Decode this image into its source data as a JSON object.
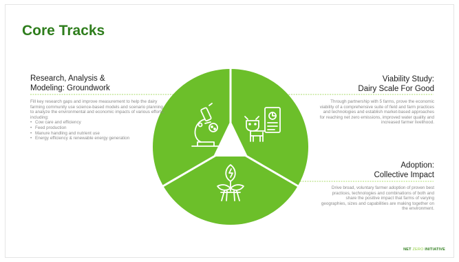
{
  "slide": {
    "title": "Core Tracks",
    "tracks": [
      {
        "heading_line1": "Research, Analysis &",
        "heading_line2": "Modeling: Groundwork",
        "body": "Fill key research gaps and improve measurement to help the dairy farming community use science-based models and scenario planning to analyze the environmental and economic impacts of various efforts, including:",
        "bullets": [
          "Cow care and efficiency",
          "Feed production",
          "Manure handling and nutrient use",
          "Energy efficiency & renewable energy generation"
        ],
        "icon": "microscope-icon"
      },
      {
        "heading_line1": "Viability Study:",
        "heading_line2": "Dairy Scale For Good",
        "body": "Through partnership with 5 farms, prove the economic viability of a comprehensive suite of field and farm practices and technologies and establish market-based approaches for reaching net zero emissions, improved water quality and increased farmer livelihood.",
        "icon": "cow-dashboard-icon"
      },
      {
        "heading_line1": "Adoption:",
        "heading_line2": "Collective Impact",
        "body": "Drive broad, voluntary farmer adoption of proven best practices, technologies and combinations of both and share the positive impact that farms of varying geographies, sizes and capabilities are making together on the environment.",
        "icon": "plant-energy-icon"
      }
    ],
    "footer": {
      "part1": "NET",
      "part2": "ZERO",
      "part3": "INITIATIVE"
    },
    "colors": {
      "green_light": "#6cbf2a",
      "green_dark": "#2e7d1c",
      "divider": "#8fd03a"
    }
  }
}
